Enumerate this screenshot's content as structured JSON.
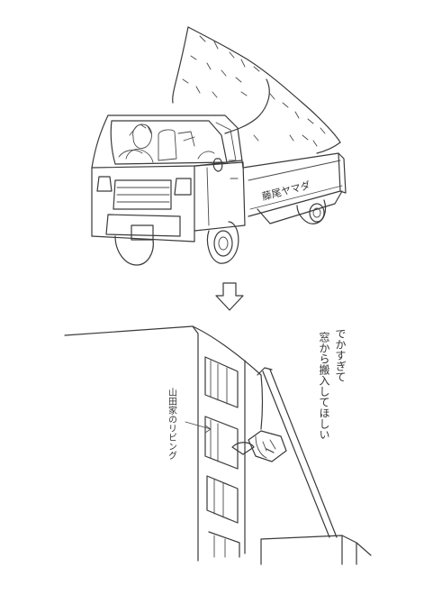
{
  "truck_side_text": "藤尾ヤマダ",
  "room_label": "山田家のリビング",
  "caption_lines": [
    "でかすぎて",
    "窓から搬入してほしい"
  ],
  "arrow_glyph": "⇩"
}
